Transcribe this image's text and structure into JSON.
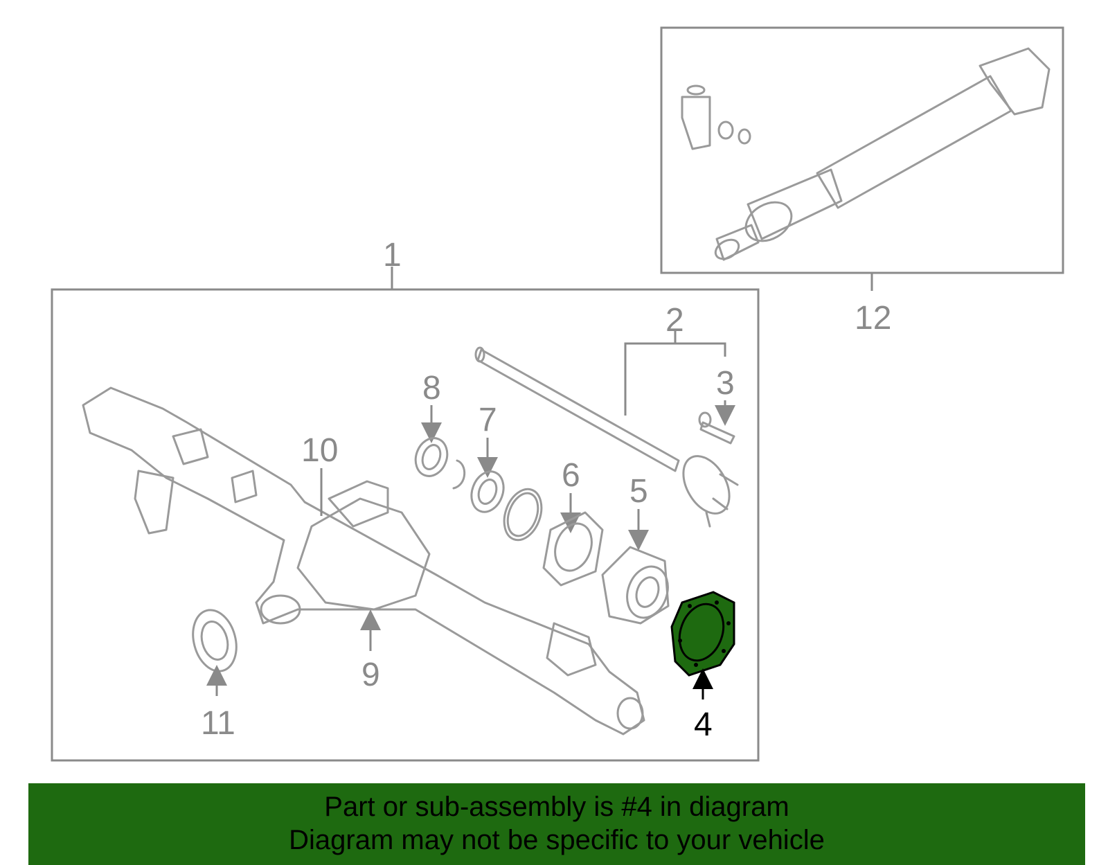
{
  "callouts": {
    "c1": "1",
    "c2": "2",
    "c3": "3",
    "c4": "4",
    "c5": "5",
    "c6": "6",
    "c7": "7",
    "c8": "8",
    "c9": "9",
    "c10": "10",
    "c11": "11",
    "c12": "12"
  },
  "highlight": {
    "part_number": "4",
    "color": "#1e6a10"
  },
  "banner": {
    "line1": "Part or sub-assembly is #4 in diagram",
    "line2": "Diagram may not be specific to your vehicle",
    "background": "#1e6a10"
  },
  "colors": {
    "line": "#8a8a8a",
    "highlight_text": "#000000"
  }
}
